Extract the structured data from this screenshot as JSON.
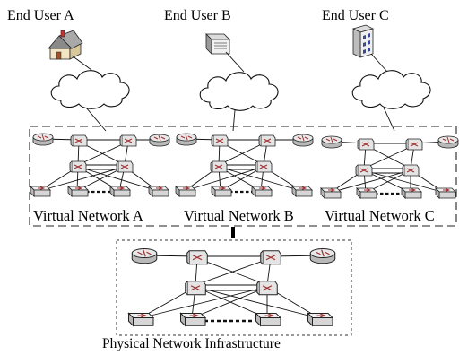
{
  "users": [
    {
      "label": "End User A",
      "icon": "house-icon"
    },
    {
      "label": "End User B",
      "icon": "server-icon"
    },
    {
      "label": "End User C",
      "icon": "building-icon"
    }
  ],
  "virtual_networks": [
    {
      "label": "Virtual Network A"
    },
    {
      "label": "Virtual Network B"
    },
    {
      "label": "Virtual Network C"
    }
  ],
  "physical": {
    "label": "Physical Network Infrastructure"
  },
  "icons": {
    "router": "router-icon",
    "core_switch": "core-switch-icon",
    "access_switch": "access-switch-icon",
    "cloud": "cloud-icon"
  },
  "colors": {
    "line": "#111111",
    "device_fill": "#e6e6e6",
    "accent": "#b04040"
  }
}
